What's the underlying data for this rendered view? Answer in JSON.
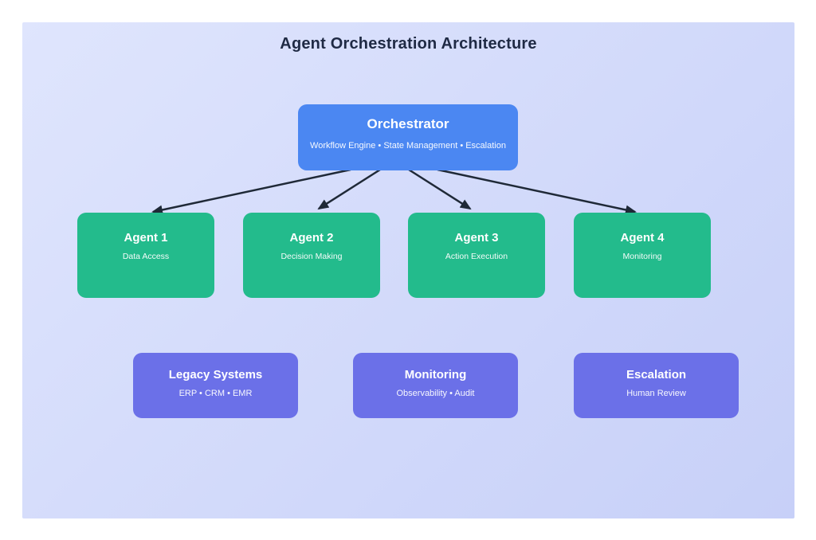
{
  "title": "Agent Orchestration Architecture",
  "colors": {
    "canvas_bg_start": "#dfe5fd",
    "canvas_bg_end": "#c7d0f8",
    "orchestrator_fill": "#4b87f2",
    "agent_fill": "#23bb8c",
    "system_fill": "#6b70e8",
    "arrow_color": "#1f2937",
    "title_color": "#1f2a44",
    "box_text": "#ffffff"
  },
  "diagram": {
    "orchestrator": {
      "title": "Orchestrator",
      "subtitle": "Workflow Engine • State Management • Escalation"
    },
    "agents": [
      {
        "title": "Agent 1",
        "subtitle": "Data Access"
      },
      {
        "title": "Agent 2",
        "subtitle": "Decision Making"
      },
      {
        "title": "Agent 3",
        "subtitle": "Action Execution"
      },
      {
        "title": "Agent 4",
        "subtitle": "Monitoring"
      }
    ],
    "systems": [
      {
        "title": "Legacy Systems",
        "subtitle": "ERP • CRM • EMR"
      },
      {
        "title": "Monitoring",
        "subtitle": "Observability • Audit"
      },
      {
        "title": "Escalation",
        "subtitle": "Human Review"
      }
    ]
  }
}
